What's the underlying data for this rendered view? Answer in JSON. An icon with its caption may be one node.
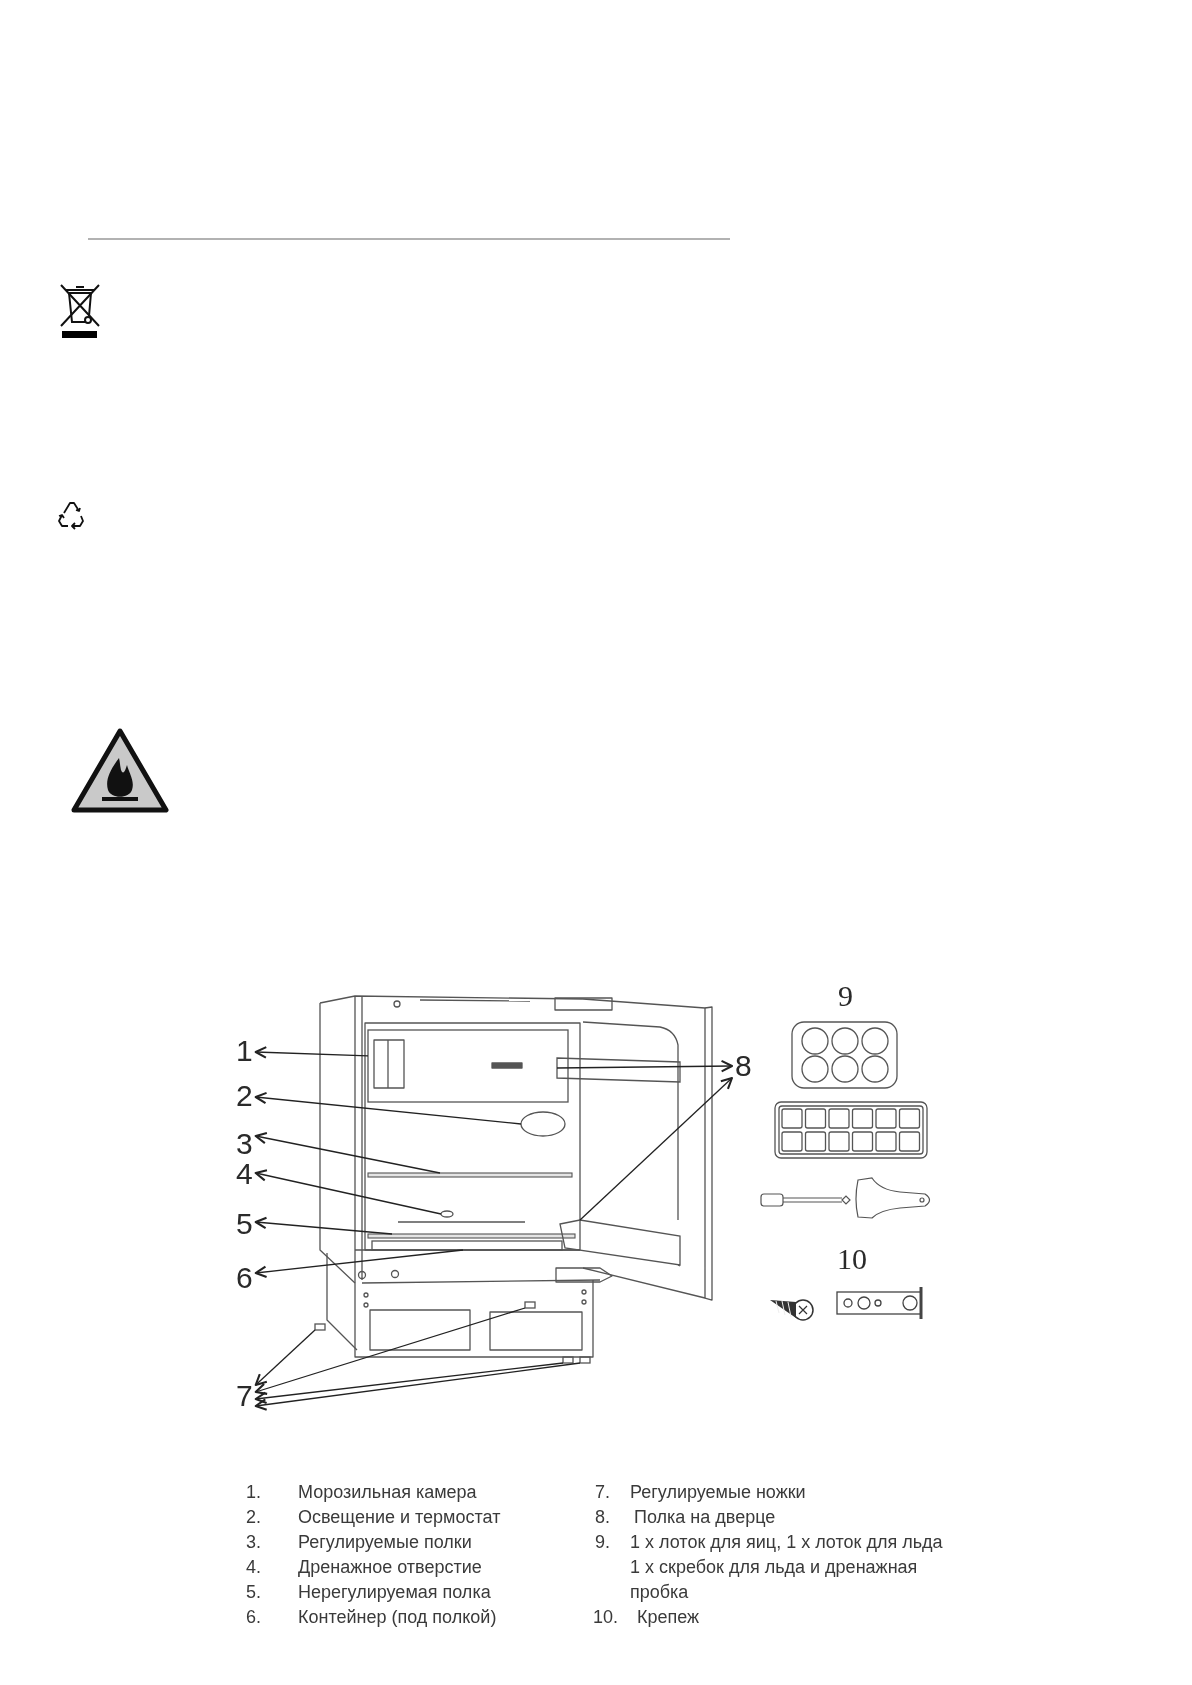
{
  "diagram": {
    "nodes": [
      {
        "text": [
          "1"
        ]
      },
      {
        "text": [
          "2"
        ]
      },
      {
        "text": [
          "3"
        ]
      },
      {
        "text": [
          "4"
        ]
      },
      {
        "text": [
          "5"
        ]
      },
      {
        "text": [
          "6"
        ]
      },
      {
        "text": [
          "7"
        ]
      },
      {
        "text": [
          "8"
        ]
      },
      {
        "text": [],
        "shape": "box"
      },
      {
        "text": [],
        "shape": "ellipse"
      },
      {
        "text": [],
        "shape": "bar"
      },
      {
        "text": [],
        "shape": "ellipse"
      },
      {
        "text": [],
        "shape": "bar"
      },
      {
        "text": [],
        "shape": "box"
      },
      {
        "text": [],
        "shape": "box"
      },
      {
        "text": [],
        "shape": "box"
      },
      {
        "text": [],
        "shape": "box"
      },
      {
        "text": [],
        "shape": "box"
      },
      {
        "text": [],
        "shape": "box"
      },
      {
        "text": [],
        "shape": "box"
      }
    ],
    "edges": [
      {
        "from": 8,
        "to": 0,
        "arrow": "to"
      },
      {
        "from": 9,
        "to": 1,
        "arrow": "to"
      },
      {
        "from": 10,
        "to": 2,
        "arrow": "to"
      },
      {
        "from": 11,
        "to": 3,
        "arrow": "to"
      },
      {
        "from": 12,
        "to": 4,
        "arrow": "to"
      },
      {
        "from": 13,
        "to": 5,
        "arrow": "to"
      },
      {
        "from": 14,
        "to": 6,
        "arrow": "to"
      },
      {
        "from": 15,
        "to": 6,
        "arrow": "to"
      },
      {
        "from": 16,
        "to": 6,
        "arrow": "to"
      },
      {
        "from": 17,
        "to": 6,
        "arrow": "to"
      },
      {
        "from": 18,
        "to": 7,
        "arrow": "to"
      },
      {
        "from": 19,
        "to": 7,
        "arrow": "to"
      }
    ],
    "labels": [
      "9",
      "10",
      "1.",
      "Морозильная камера",
      "2.",
      "Освещение и термостат",
      "3.",
      "Регулируемые полки",
      "4.",
      "Дренажное отверстие",
      "5.",
      "Нерегулируемая полка",
      "6.",
      "Контейнер (под полкой)",
      "7.",
      "Регулируемые ножки",
      "8.",
      "Полка на дверце",
      "9.",
      "1 x лоток для яиц, 1 x лоток для льда 1 x скребок для льда и дренажная пробка",
      "10.",
      "Крепеж"
    ]
  }
}
